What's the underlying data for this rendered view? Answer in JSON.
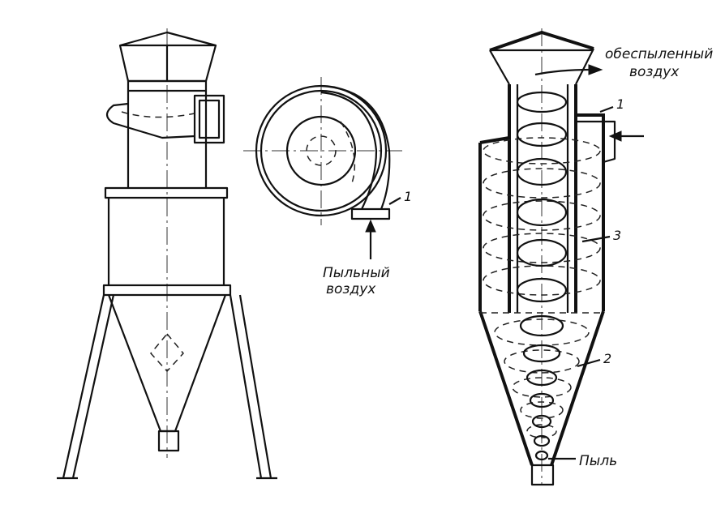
{
  "labels": {
    "clean_air_line1": "обеспыленный",
    "clean_air_line2": "воздух",
    "dusty_air_line1": "Пыльный",
    "dusty_air_line2": "воздух",
    "dust": "Пыль",
    "n1_plan": "1",
    "n1_section": "1",
    "n2": "2",
    "n3": "3"
  },
  "colors": {
    "ink": "#111111",
    "paper": "#ffffff"
  }
}
